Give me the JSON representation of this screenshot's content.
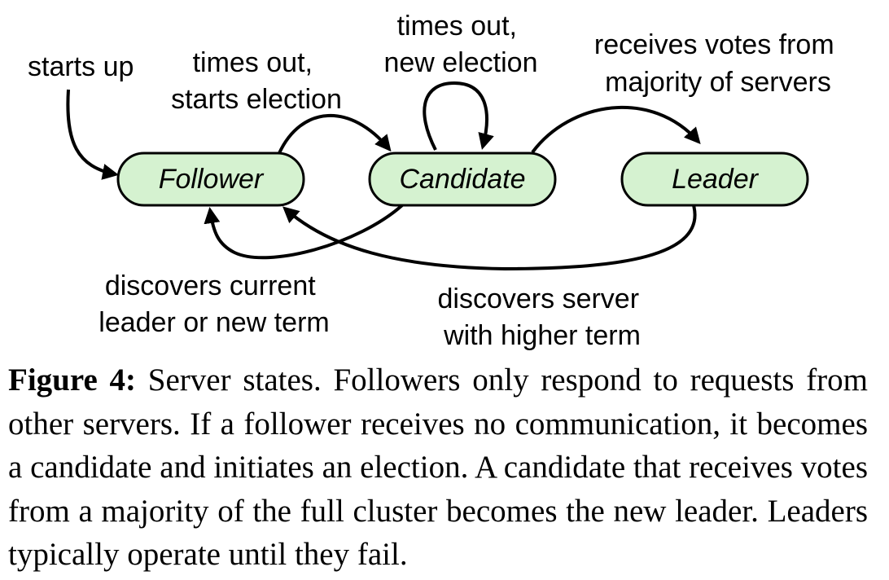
{
  "diagram": {
    "states": {
      "follower": "Follower",
      "candidate": "Candidate",
      "leader": "Leader"
    },
    "labels": {
      "starts_up": "starts up",
      "times_out_starts_election": [
        "times out,",
        "starts election"
      ],
      "times_out_new_election": [
        "times out,",
        "new election"
      ],
      "receives_votes": [
        "receives votes from",
        "majority of servers"
      ],
      "discovers_current_leader": [
        "discovers current",
        "leader or new term"
      ],
      "discovers_higher_term": [
        "discovers server",
        "with higher term"
      ]
    },
    "colors": {
      "node_fill": "#d5f2d0",
      "stroke": "#000000"
    }
  },
  "caption": {
    "label": "Figure 4:",
    "text": "Server states. Followers only respond to requests from other servers. If a follower receives no communication, it becomes a candidate and initiates an election. A candidate that receives votes from a majority of the full cluster becomes the new leader. Leaders typically operate until they fail."
  }
}
